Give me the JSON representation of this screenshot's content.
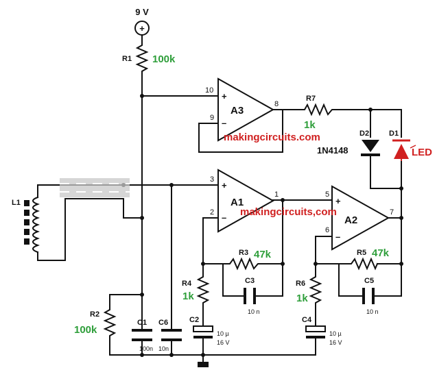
{
  "supply": {
    "label": "9 V"
  },
  "resistors": {
    "r1": {
      "name": "R1",
      "value": "100k"
    },
    "r2": {
      "name": "R2",
      "value": "100k"
    },
    "r3": {
      "name": "R3",
      "value": "47k"
    },
    "r4": {
      "name": "R4",
      "value": "1k"
    },
    "r5": {
      "name": "R5",
      "value": "47k"
    },
    "r6": {
      "name": "R6",
      "value": "1k"
    },
    "r7": {
      "name": "R7",
      "value": "1k"
    }
  },
  "capacitors": {
    "c1": {
      "name": "C1",
      "value": "100n"
    },
    "c2": {
      "name": "C2",
      "value": "10 µ",
      "voltage": "16 V"
    },
    "c3": {
      "name": "C3",
      "value": "10 n"
    },
    "c4": {
      "name": "C4",
      "value": "10 µ",
      "voltage": "16 V"
    },
    "c5": {
      "name": "C5",
      "value": "10 n"
    },
    "c6": {
      "name": "C6",
      "value": "10n"
    }
  },
  "amplifiers": {
    "a1": {
      "name": "A1",
      "pin_plus": "3",
      "pin_minus": "2",
      "pin_out": "1"
    },
    "a2": {
      "name": "A2",
      "pin_plus": "5",
      "pin_minus": "6",
      "pin_out": "7"
    },
    "a3": {
      "name": "A3",
      "pin_plus": "10",
      "pin_minus": "9",
      "pin_out": "8"
    }
  },
  "diodes": {
    "d1": {
      "name": "D1",
      "label": "LED"
    },
    "d2": {
      "name": "D2",
      "part": "1N4148"
    }
  },
  "coil": {
    "name": "L1"
  },
  "watermarks": [
    "makingcircuits.com",
    "makingcircuits,com"
  ],
  "colors": {
    "value_label": "#2e9e3a",
    "watermark": "#d02020",
    "led": "#d02020",
    "wire": "#111111"
  }
}
